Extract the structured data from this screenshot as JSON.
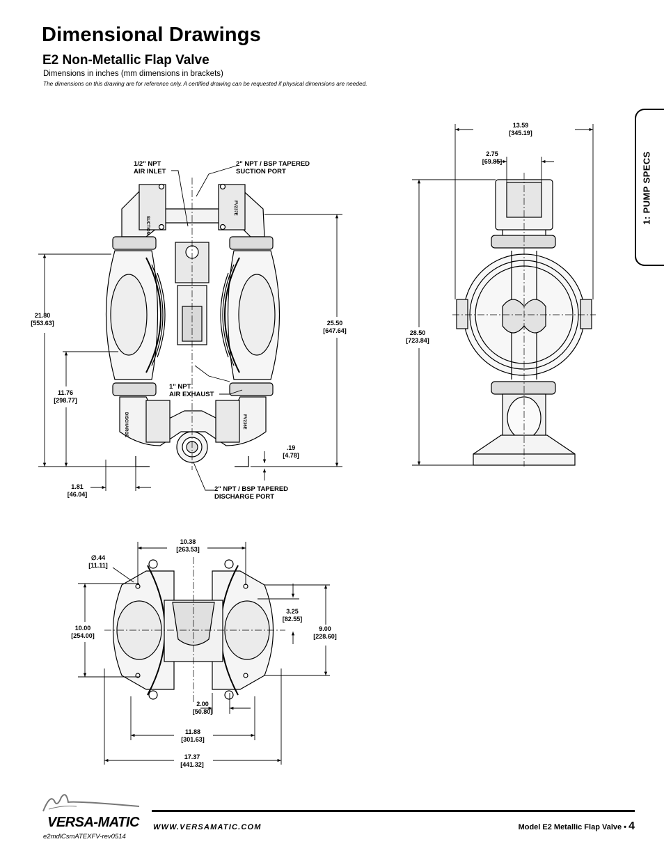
{
  "header": {
    "title": "Dimensional Drawings",
    "subtitle": "E2 Non-Metallic Flap Valve",
    "units_note": "Dimensions in inches (mm dimensions in brackets)",
    "disclaimer": "The dimensions on this drawing are for reference only.  A certified drawing can be requested if physical dimensions are needed."
  },
  "section_tab": "1: PUMP SPECS",
  "callouts": {
    "air_inlet": [
      "1/2\" NPT",
      "AIR INLET"
    ],
    "suction_port": [
      "2\" NPT / BSP TAPERED",
      "SUCTION PORT"
    ],
    "air_exhaust": [
      "1\" NPT",
      "AIR EXHAUST"
    ],
    "discharge_port": [
      "2\" NPT / BSP TAPERED",
      "DISCHARGE PORT"
    ]
  },
  "part_labels": {
    "suction": "SUCTION",
    "discharge": "DISCHARGE",
    "fv1": "FV237E",
    "fv2": "FV236E"
  },
  "dimensions": {
    "front_height_left": [
      "21.80",
      "[553.63]"
    ],
    "front_height_right": [
      "25.50",
      "[647.64]"
    ],
    "front_exhaust_height": [
      "11.76",
      "[298.77]"
    ],
    "front_foot": [
      ".19",
      "[4.78]"
    ],
    "front_discharge_offset": [
      "1.81",
      "[46.04]"
    ],
    "side_width": [
      "13.59",
      "[345.19]"
    ],
    "side_port": [
      "2.75",
      "[69.85]"
    ],
    "side_height": [
      "28.50",
      "[723.84]"
    ],
    "base_top_width": [
      "10.38",
      "[263.53]"
    ],
    "base_hole": [
      "∅.44",
      "[11.11]"
    ],
    "base_depth_left": [
      "10.00",
      "[254.00]"
    ],
    "base_inner": [
      "3.25",
      "[82.55]"
    ],
    "base_depth_right": [
      "9.00",
      "[228.60]"
    ],
    "base_slot": [
      "2.00",
      "[50.80]"
    ],
    "base_width_mid": [
      "11.88",
      "[301.63]"
    ],
    "base_width_overall": [
      "17.37",
      "[441.32]"
    ]
  },
  "footer": {
    "brand": "VERSA-MATIC",
    "website": "WWW.VERSAMATIC.COM",
    "model": "Model E2 Metallic Flap Valve • ",
    "page": "4",
    "doc_id": "e2mdlCsmATEXFV-rev0514"
  }
}
